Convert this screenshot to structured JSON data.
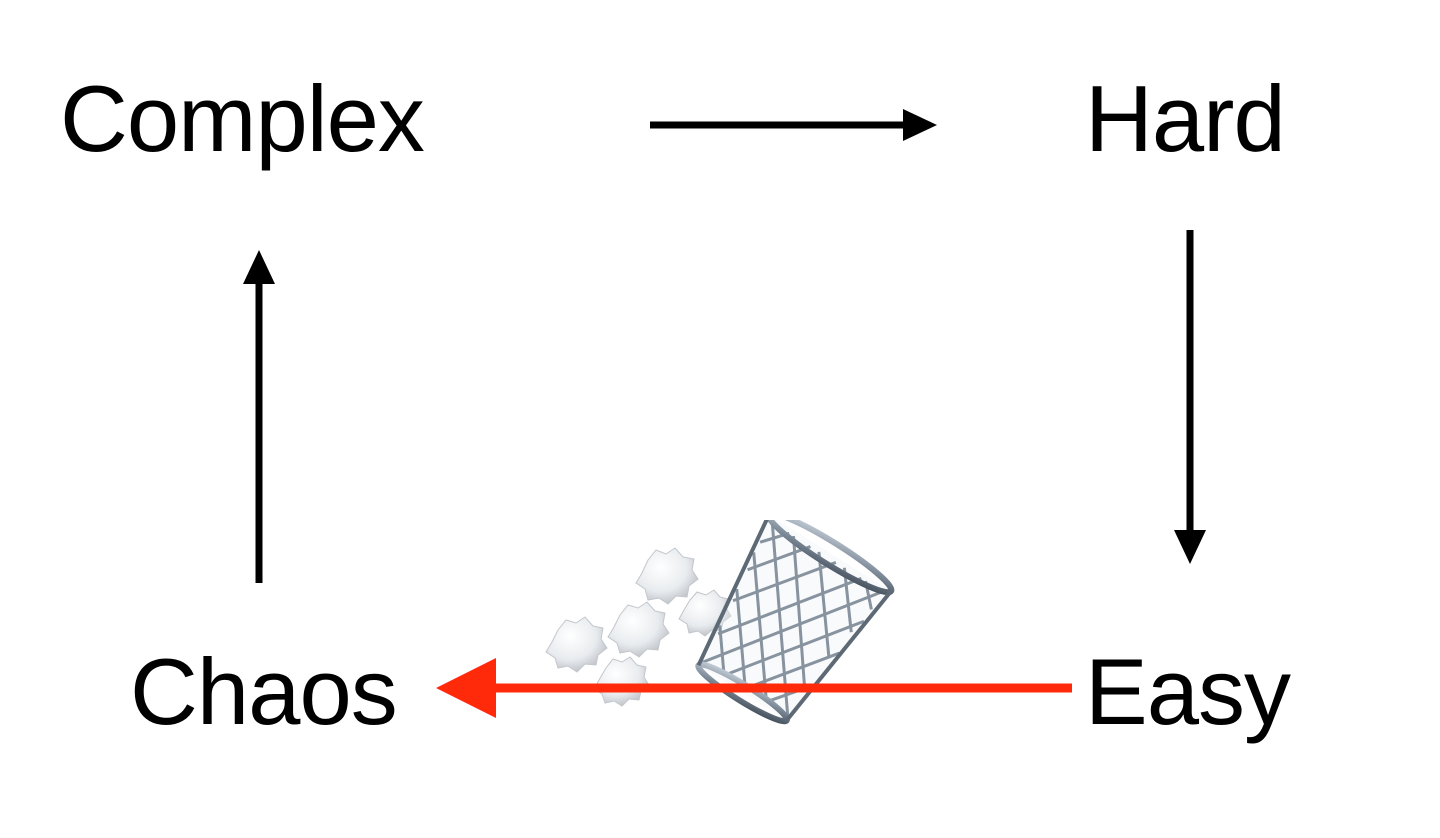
{
  "nodes": {
    "complex": "Complex",
    "hard": "Hard",
    "easy": "Easy",
    "chaos": "Chaos"
  },
  "edges": [
    {
      "from": "Complex",
      "to": "Hard",
      "color": "#000000"
    },
    {
      "from": "Hard",
      "to": "Easy",
      "color": "#000000"
    },
    {
      "from": "Easy",
      "to": "Chaos",
      "color": "#ff2a0a"
    },
    {
      "from": "Chaos",
      "to": "Complex",
      "color": "#000000"
    }
  ],
  "colors": {
    "text": "#000000",
    "arrow": "#000000",
    "accent_arrow": "#ff2a0a",
    "background": "#ffffff"
  },
  "icons": {
    "illustration": "wastebasket-with-crumpled-paper-icon"
  }
}
